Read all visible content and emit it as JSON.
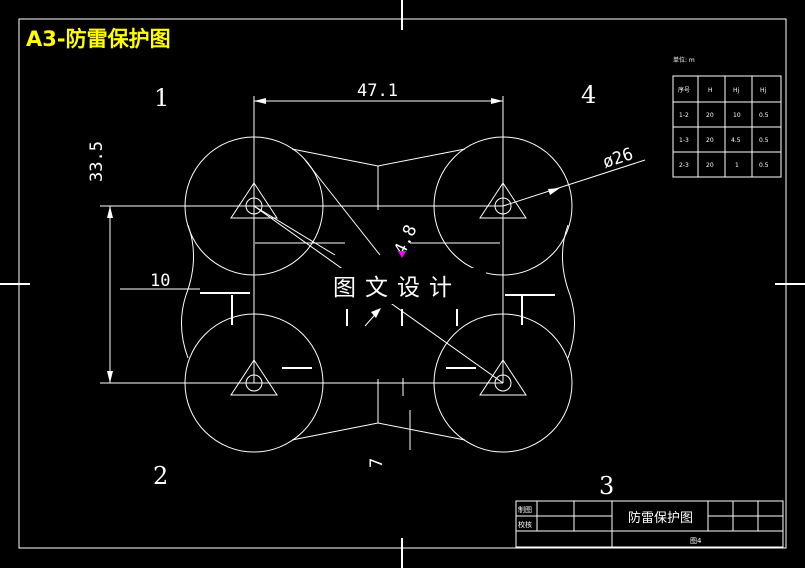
{
  "title": "A3-防雷保护图",
  "corner_numbers": [
    "1",
    "4",
    "2",
    "3"
  ],
  "dimensions": {
    "horizontal": "47.1",
    "vertical": "33.5",
    "diameter": "ø26",
    "gap": "4.8",
    "offset": "10",
    "small": "7"
  },
  "watermark": "图文设计",
  "units_label": "单位: m",
  "table": {
    "header": [
      "序号",
      "H",
      "Hj",
      "Hj"
    ],
    "rows": [
      [
        "1-2",
        "20",
        "10",
        "0.5"
      ],
      [
        "1-3",
        "20",
        "4.5",
        "0.5"
      ],
      [
        "2-3",
        "20",
        "1",
        "0.5"
      ]
    ]
  },
  "title_block": {
    "label_drawn": "制图",
    "label_checked": "校核",
    "drawing_name": "防雷保护图",
    "drawing_number": "图4"
  }
}
